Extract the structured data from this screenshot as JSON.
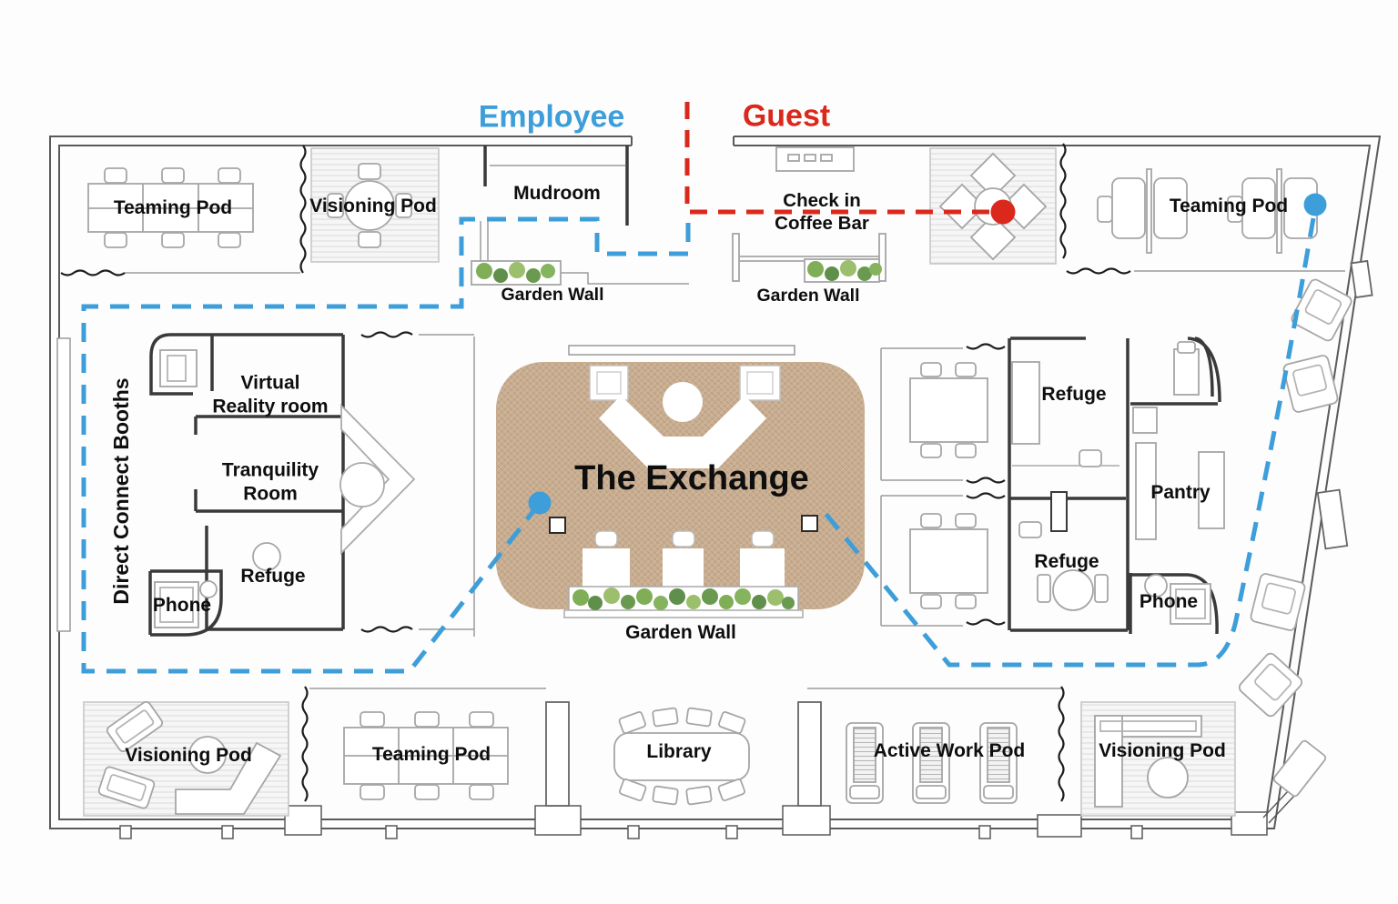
{
  "title": "Office floor plan — The Exchange (employee and guest circulation)",
  "legend": {
    "employee": {
      "label": "Employee",
      "color": "#3d9ed9"
    },
    "guest": {
      "label": "Guest",
      "color": "#da291c"
    }
  },
  "labels": {
    "employee": "Employee",
    "guest": "Guest",
    "teaming_pod_tl": "Teaming Pod",
    "visioning_pod_tl": "Visioning Pod",
    "mudroom": "Mudroom",
    "garden_wall_left": "Garden Wall",
    "check_in_line1": "Check in",
    "check_in_line2": "Coffee Bar",
    "garden_wall_center": "Garden Wall",
    "teaming_pod_tr": "Teaming Pod",
    "direct_connect_booths": "Direct Connect Booths",
    "virtual_reality_room": "Virtual Reality room",
    "tranquility_room": "Tranquility Room",
    "refuge_left": "Refuge",
    "phone_left": "Phone",
    "the_exchange": "The Exchange",
    "garden_wall_exchange": "Garden Wall",
    "refuge_right_top": "Refuge",
    "pantry": "Pantry",
    "refuge_right_bottom": "Refuge",
    "phone_right": "Phone",
    "visioning_pod_bl": "Visioning Pod",
    "teaming_pod_bottom": "Teaming Pod",
    "library": "Library",
    "active_work_pod": "Active Work Pod",
    "visioning_pod_br": "Visioning Pod"
  },
  "markers": {
    "employee_in_exchange": {
      "color": "#3d9ed9",
      "shape": "dot"
    },
    "employee_in_teaming_pod": {
      "color": "#3d9ed9",
      "shape": "dot"
    },
    "guest_at_check_in": {
      "color": "#da291c",
      "shape": "dot"
    }
  },
  "palette": {
    "exchange_floor": "#c8ad91",
    "plant_green": "#7fae57",
    "wall_gray": "#5a5a5a",
    "furniture_gray": "#a6a6a6"
  }
}
